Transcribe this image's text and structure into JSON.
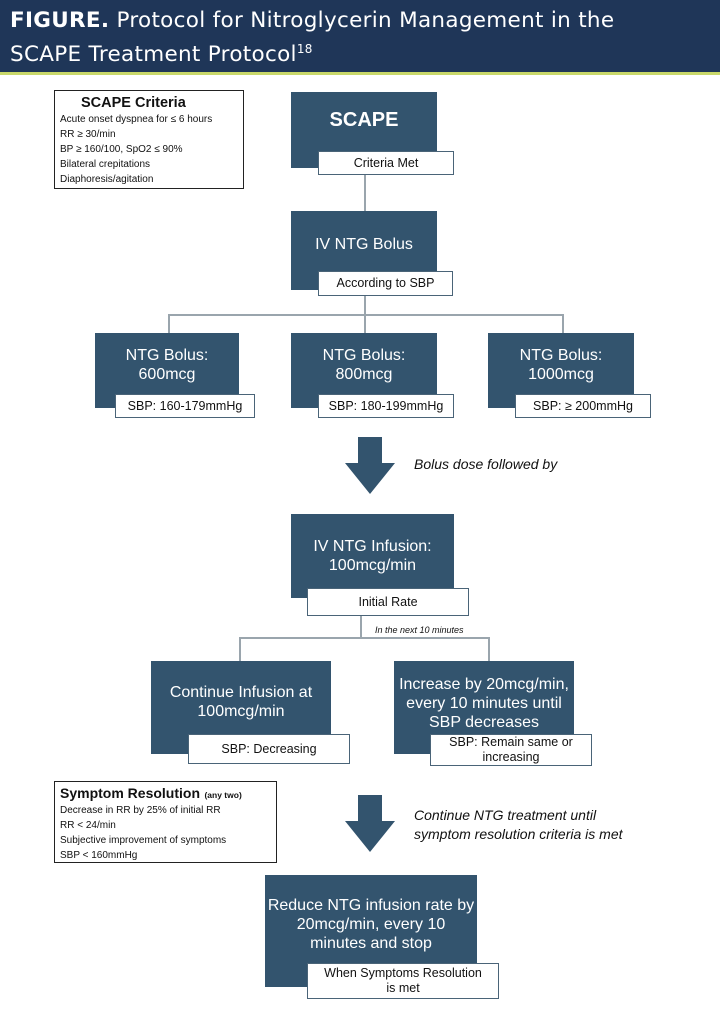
{
  "header": {
    "prefix": "FIGURE.",
    "title_line1": " Protocol for Nitroglycerin Management in the",
    "title_line2": "SCAPE Treatment Protocol",
    "ref": "18"
  },
  "scape_criteria": {
    "title": "SCAPE Criteria",
    "items": [
      "Acute onset dyspnea for ≤ 6 hours",
      "RR ≥ 30/min",
      "BP  ≥ 160/100, SpO2 ≤ 90%",
      "Bilateral crepitations",
      "Diaphoresis/agitation"
    ]
  },
  "nodes": {
    "scape": {
      "title": "SCAPE",
      "tag": "Criteria Met"
    },
    "bolus": {
      "title": "IV NTG Bolus",
      "tag": "According to SBP"
    },
    "bolus_600": {
      "line1": "NTG Bolus:",
      "line2": "600mcg",
      "tag": "SBP: 160-179mmHg"
    },
    "bolus_800": {
      "line1": "NTG Bolus:",
      "line2": "800mcg",
      "tag": "SBP: 180-199mmHg"
    },
    "bolus_1000": {
      "line1": "NTG Bolus:",
      "line2": "1000mcg",
      "tag": "SBP: ≥ 200mmHg"
    },
    "infusion": {
      "line1": "IV NTG Infusion:",
      "line2": "100mcg/min",
      "tag": "Initial Rate"
    },
    "continue": {
      "line1": "Continue Infusion at",
      "line2": "100mcg/min",
      "tag": "SBP: Decreasing"
    },
    "increase": {
      "line1": "Increase by 20mcg/min,",
      "line2": "every 10 minutes until",
      "line3": "SBP decreases",
      "tag_line1": "SBP: Remain same or",
      "tag_line2": "increasing"
    },
    "reduce": {
      "line1": "Reduce NTG infusion rate by",
      "line2": "20mcg/min, every 10",
      "line3": "minutes and stop",
      "tag_line1": "When Symptoms Resolution",
      "tag_line2": "is met"
    }
  },
  "notes": {
    "bolus_followed": "Bolus dose followed by",
    "next_10": "In the next 10 minutes",
    "continue_line1": "Continue NTG treatment until",
    "continue_line2": "symptom resolution criteria is met"
  },
  "symptom_resolution": {
    "title": "Symptom Resolution",
    "qualifier": "(any two)",
    "items": [
      "Decrease in RR by 25% of initial RR",
      "RR < 24/min",
      "Subjective improvement of symptoms",
      "SBP < 160mmHg"
    ]
  },
  "colors": {
    "header": "#1f3658",
    "node": "#33546e",
    "accent_rule": "#c9d86a",
    "arrow": "#33546e"
  }
}
